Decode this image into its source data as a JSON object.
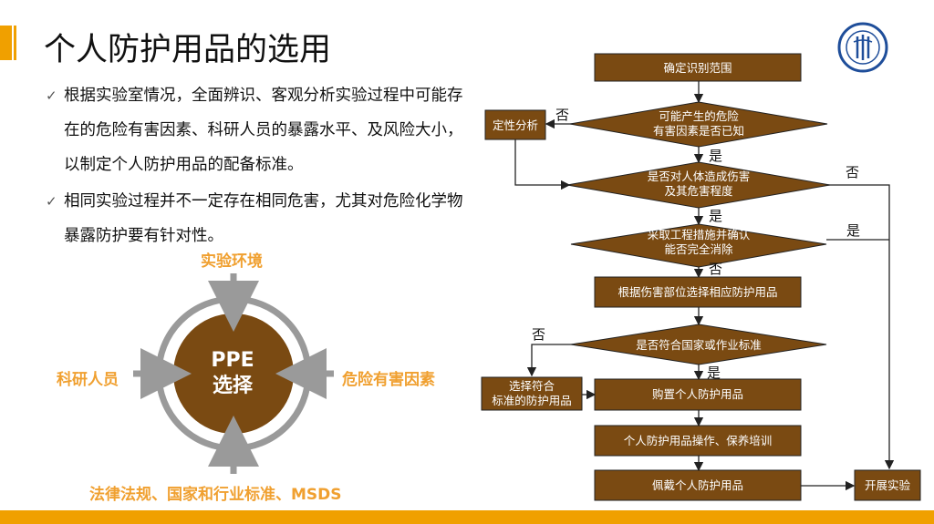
{
  "colors": {
    "accent": "#F0A000",
    "flow_box": "#7A4A12",
    "ppe_circle": "#7A4A12",
    "ring": "#9A9A9A",
    "label": "#F0A030"
  },
  "title": "个人防护用品的选用",
  "logo": {
    "icon": "university-seal-icon"
  },
  "bullets": [
    "根据实验室情况，全面辨识、客观分析实验过程中可能存在的危险有害因素、科研人员的暴露水平、及风险大小，以制定个人防护用品的配备标准。",
    "相同实验过程并不一定存在相同危害，尤其对危险化学物暴露防护要有针对性。"
  ],
  "ppe": {
    "center_line1": "PPE",
    "center_line2": "选择",
    "top": "实验环境",
    "left": "科研人员",
    "right": "危险有害因素",
    "bottom": "法律法规、国家和行业标准、MSDS"
  },
  "flow": {
    "confirm_scope": "确定识别范围",
    "hazard_known_1": "可能产生的危险",
    "hazard_known_2": "有害因素是否已知",
    "qualitative": "定性分析",
    "harm_1": "是否对人体造成伤害",
    "harm_2": "及其危害程度",
    "eng_1": "采取工程措施并确认",
    "eng_2": "能否完全消除",
    "select_ppe": "根据伤害部位选择相应防护用品",
    "standard": "是否符合国家或作业标准",
    "alt_1": "选择符合",
    "alt_2": "标准的防护用品",
    "buy": "购置个人防护用品",
    "train": "个人防护用品操作、保养培训",
    "wear": "佩戴个人防护用品",
    "start": "开展实验",
    "no": "否",
    "yes": "是"
  }
}
